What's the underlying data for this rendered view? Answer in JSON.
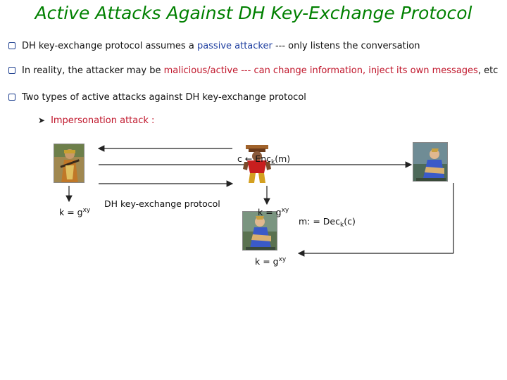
{
  "title": "Active Attacks Against DH Key-Exchange Protocol",
  "bullets": [
    {
      "a": "DH key-exchange protocol assumes a ",
      "b": "passive attacker",
      "c": " --- only listens the conversation"
    },
    {
      "a": "In reality, the attacker may be ",
      "b": "malicious/active --- can change information, inject its own messages",
      "c": ", etc"
    },
    {
      "a": "Two types of active attacks against DH key-exchange protocol"
    }
  ],
  "subbullet": "Impersonation attack :",
  "diagram": {
    "cipher": {
      "pre": "c ← Enc",
      "k": "k",
      "post": "(m)"
    },
    "protocol_label": "DH key-exchange protocol",
    "alice_key": {
      "pre": "k = g",
      "exp": "xy"
    },
    "eve_key": {
      "pre": "k = g",
      "exp": "xy"
    },
    "eve_key2": {
      "pre": "k = g",
      "exp": "xy"
    },
    "bob_decrypt": {
      "pre": "m: = Dec",
      "k": "k",
      "post": "(c)"
    }
  }
}
